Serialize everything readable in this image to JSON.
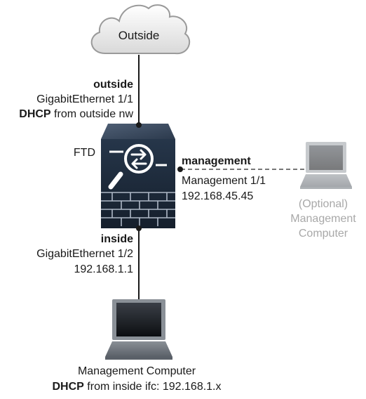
{
  "cloud": {
    "label": "Outside"
  },
  "outside_link": {
    "name": "outside",
    "interface": "GigabitEthernet 1/1",
    "addr_bold": "DHCP",
    "addr_rest": " from outside nw"
  },
  "device": {
    "label": "FTD"
  },
  "management_link": {
    "name": "management",
    "interface": "Management 1/1",
    "ip": "192.168.45.45"
  },
  "optional_computer": {
    "line1": "(Optional)",
    "line2": "Management",
    "line3": "Computer"
  },
  "inside_link": {
    "name": "inside",
    "interface": "GigabitEthernet 1/2",
    "ip": "192.168.1.1"
  },
  "mgmt_computer": {
    "line1": "Management Computer",
    "line2_bold": "DHCP",
    "line2_rest": " from inside ifc: 192.168.1.x"
  },
  "colors": {
    "firewall_top": "#3c4d63",
    "firewall_body": "#1e2b3b",
    "line": "#1a1a1a",
    "dashed_line": "#777777",
    "optional_text": "#a8a8a8"
  }
}
